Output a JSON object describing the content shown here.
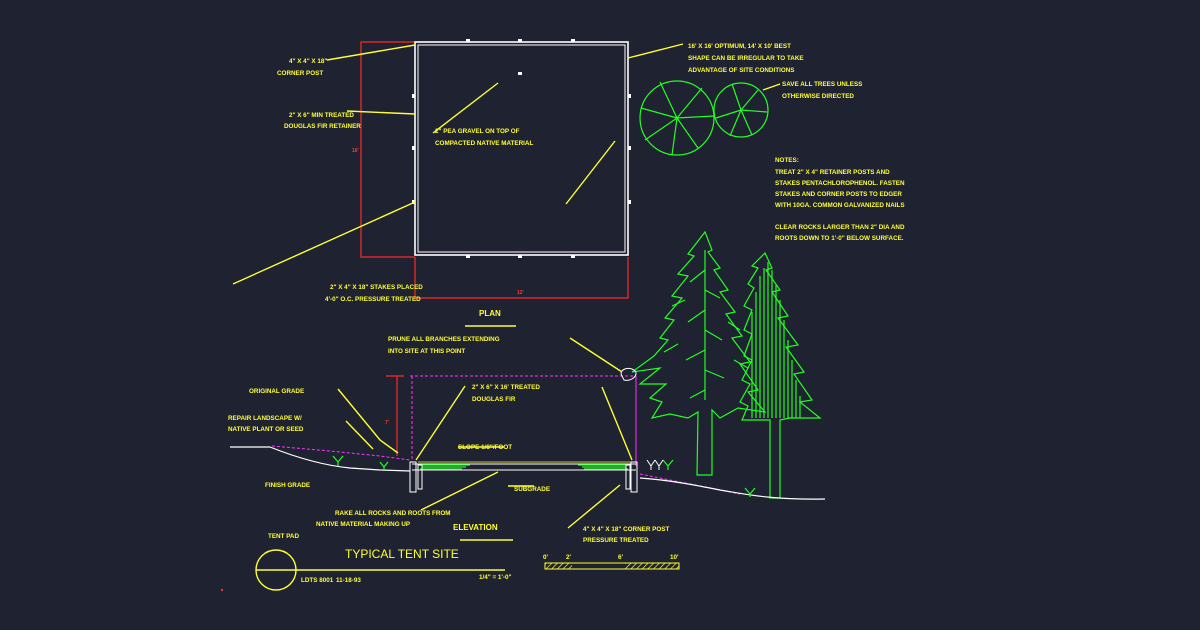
{
  "drawing": {
    "title": "TYPICAL TENT SITE",
    "drawing_number": "LDTS 8001",
    "date": "11-18-93",
    "scale": "1/4\" = 1'-0\"",
    "detail_name": "TENT PAD",
    "view_plan": "PLAN",
    "view_elevation": "ELEVATION"
  },
  "plan_labels": {
    "corner_post_1": "4\" X 4\" X 18\"",
    "corner_post_2": "CORNER POST",
    "retainer_1": "2\" X 6\" MIN TREATED",
    "retainer_2": "DOUGLAS FIR RETAINER",
    "gravel_1": "2\" PEA GRAVEL ON TOP OF",
    "gravel_2": "COMPACTED NATIVE MATERIAL",
    "stakes_1": "2\" X 4\" X 18\" STAKES PLACED",
    "stakes_2": "4'-0\" O.C. PRESSURE TREATED",
    "size_1": "16' X 16' OPTIMUM, 14' X 10' BEST",
    "size_2": "SHAPE CAN BE IRREGULAR TO TAKE",
    "size_3": "ADVANTAGE OF SITE CONDITIONS",
    "trees_1": "SAVE ALL TREES UNLESS",
    "trees_2": "OTHERWISE DIRECTED",
    "dim_side": "16'",
    "dim_bottom": "12'"
  },
  "notes": {
    "heading": "NOTES:",
    "line_1": "TREAT 2\" X 4\" RETAINER POSTS AND",
    "line_2": "STAKES PENTACHLOROPHENOL. FASTEN",
    "line_3": "STAKES AND CORNER POSTS TO EDGER",
    "line_4": "WITH 10GA. COMMON GALVANIZED NAILS",
    "line_5": "CLEAR ROCKS LARGER THAN 2\" DIA AND",
    "line_6": "ROOTS DOWN TO 1'-0\" BELOW SURFACE."
  },
  "elevation_labels": {
    "prune_1": "PRUNE ALL BRANCHES EXTENDING",
    "prune_2": "INTO SITE AT THIS POINT",
    "original_grade": "ORIGINAL GRADE",
    "repair_1": "REPAIR LANDSCAPE W/",
    "repair_2": "NATIVE PLANT OR SEED",
    "fir_1": "2\" X 6\" X 16' TREATED",
    "fir_2": "DOUGLAS FIR",
    "slope": "SLOPE 1/8\"/FOOT",
    "finish_grade": "FINISH GRADE",
    "subgrade": "SUBGRADE",
    "rake_1": "RAKE ALL ROCKS AND ROOTS FROM",
    "rake_2": "NATIVE MATERIAL MAKING UP",
    "post_1": "4\" X 4\" X 18\" CORNER POST",
    "post_2": "PRESSURE TREATED",
    "dim_height": "7'"
  },
  "scale_bar": {
    "t0": "0'",
    "t2": "2'",
    "t6": "6'",
    "t10": "10'"
  },
  "colors": {
    "background": "#1f2230",
    "text": "#ffff33",
    "outline": "#ffffff",
    "dimension": "#ff2a2a",
    "vegetation": "#22ff22",
    "grade": "#ff33ff"
  }
}
